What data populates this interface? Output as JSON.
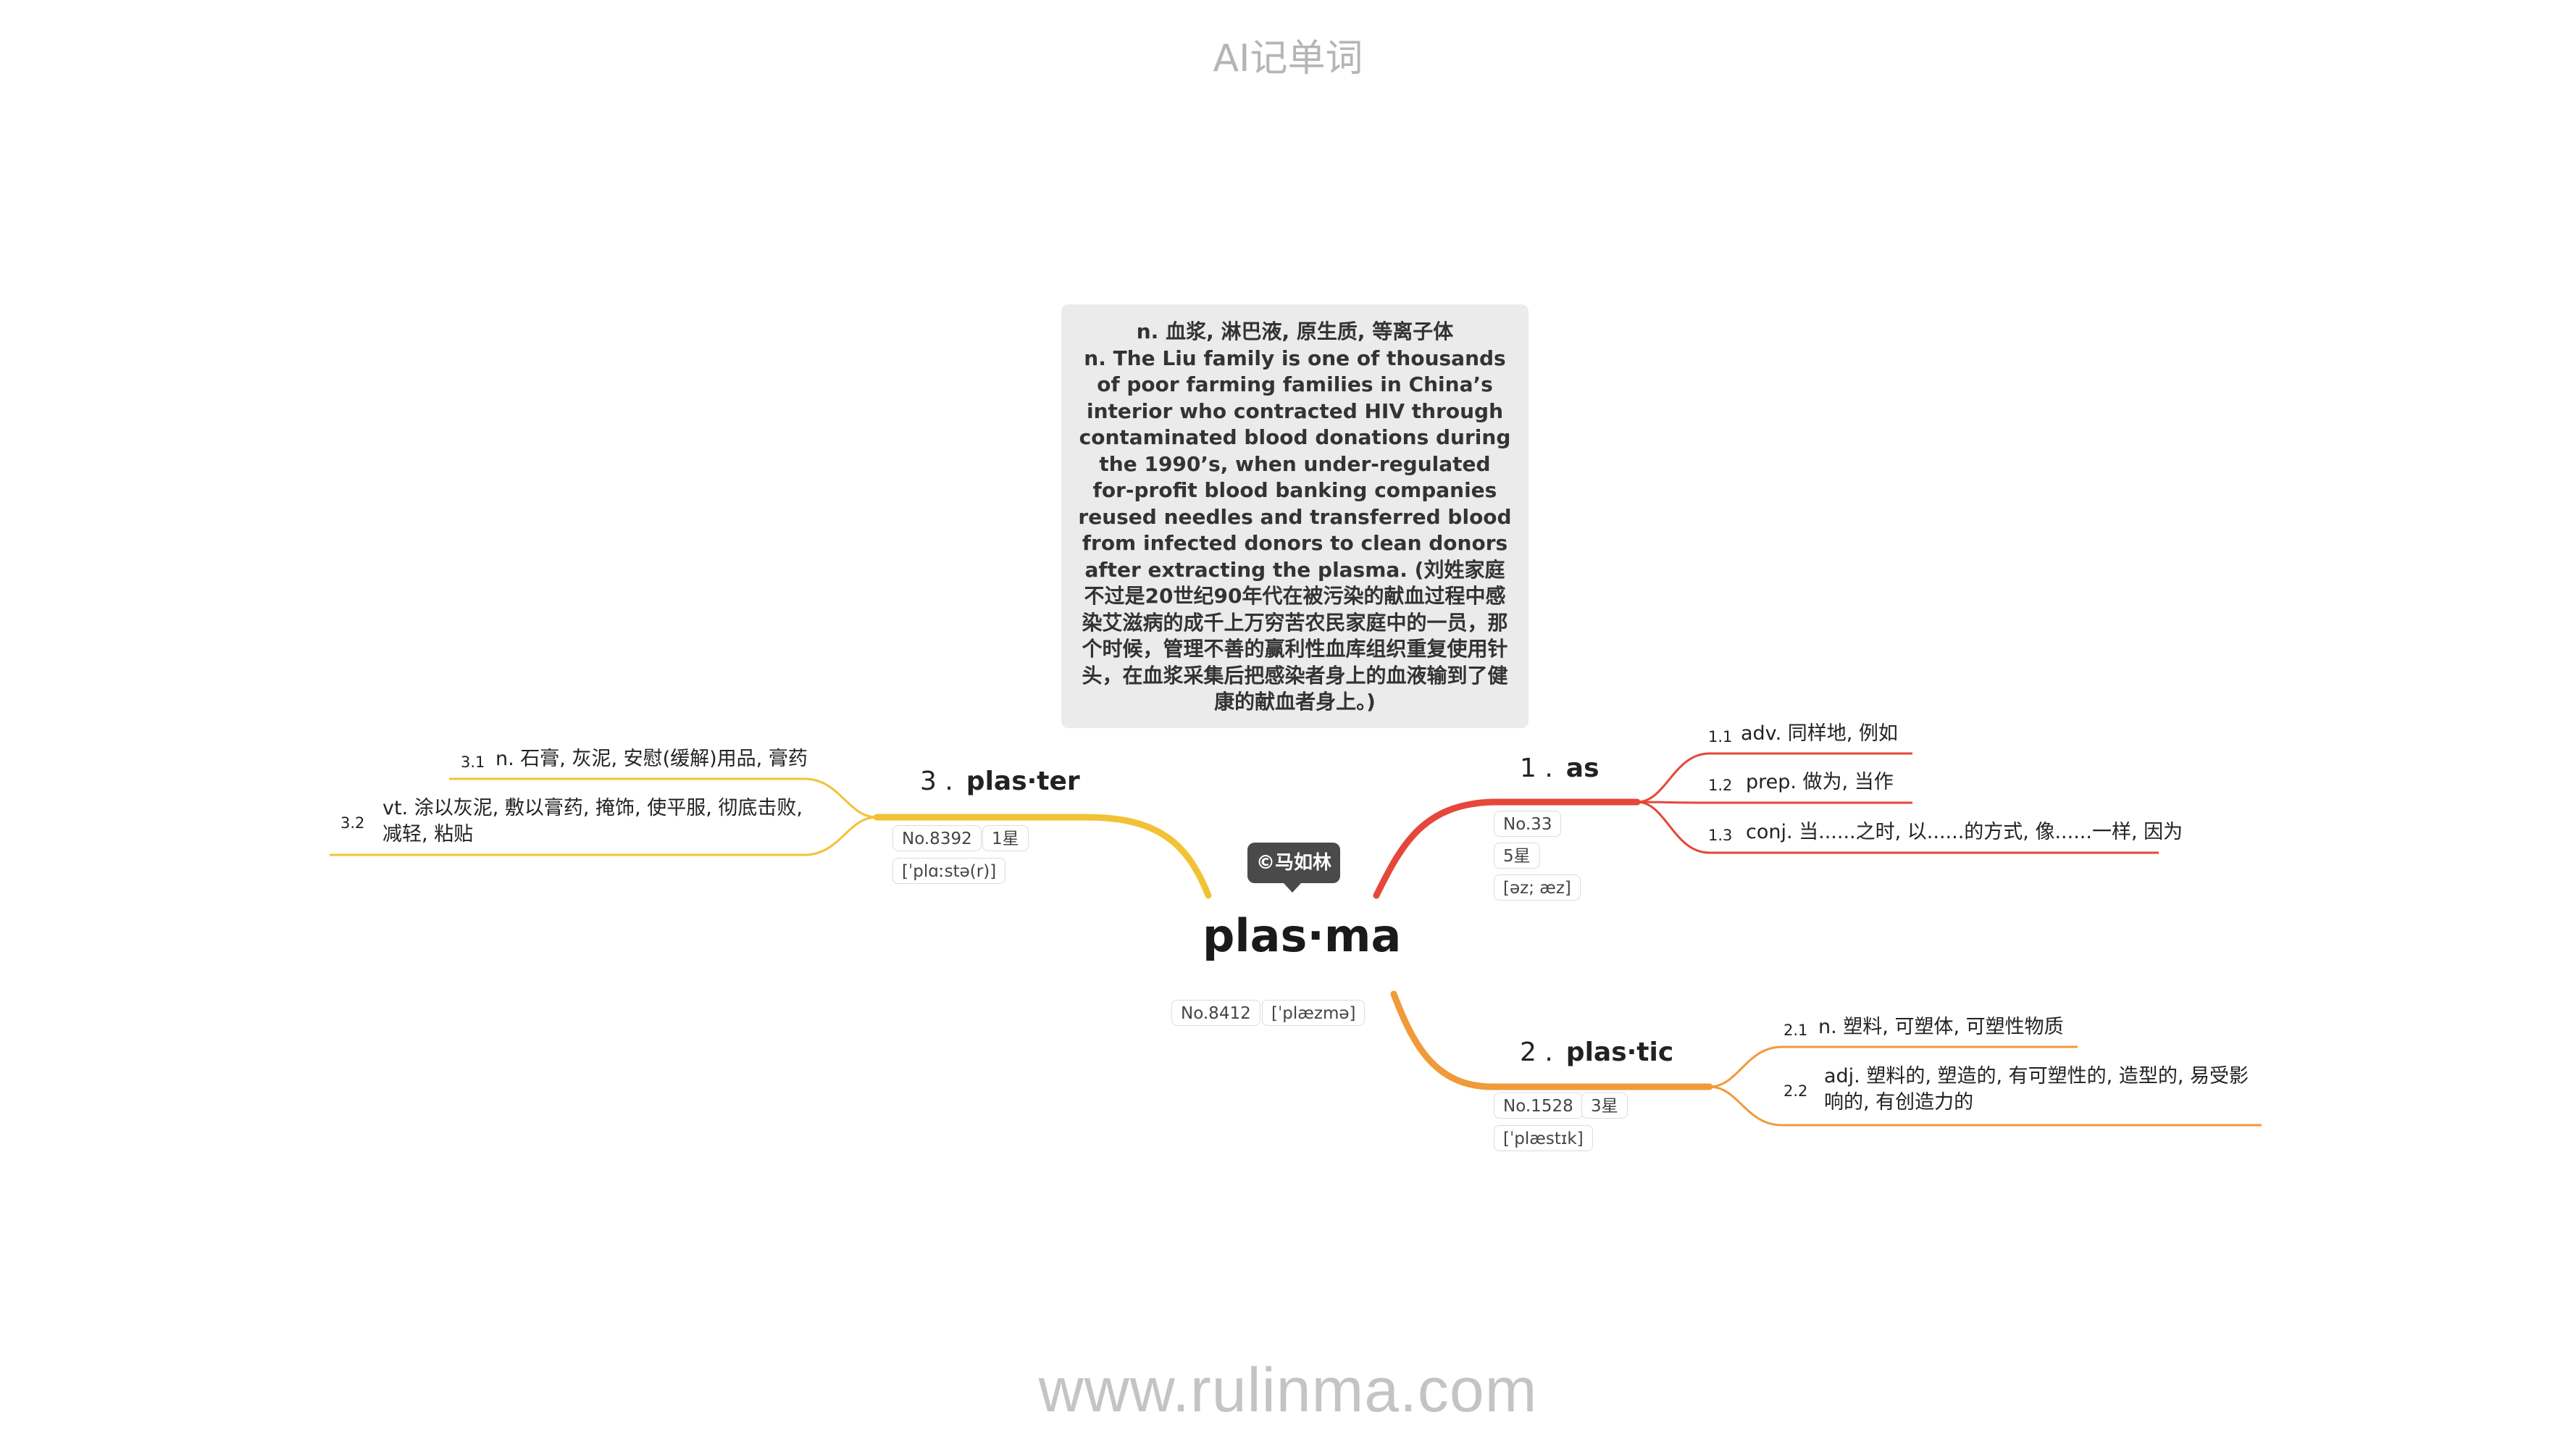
{
  "header": {
    "title": "AI记单词"
  },
  "footer": {
    "url": "www.rulinma.com"
  },
  "note": {
    "definition": "n. 血浆, 淋巴液, 原生质, 等离子体",
    "example": "n. The Liu family is one of thousands of poor farming families in China’s interior who contracted HIV through contaminated blood donations during the 1990’s, when under-regulated for-profit blood banking companies reused needles and transferred blood from infected donors to clean donors after extracting the plasma. (刘姓家庭不过是20世纪90年代在被污染的献血过程中感染艾滋病的成千上万穷苦农民家庭中的一员，那个时候，管理不善的赢利性血库组织重复使用针头，在血浆采集后把感染者身上的血液输到了健康的献血者身上。)"
  },
  "copyright": "©马如林",
  "center": {
    "word": "plas·ma",
    "number": "No.8412",
    "phonetic": "[ˈplæzmə]"
  },
  "branches": [
    {
      "num": "1 .",
      "word": "as",
      "color": "#e5473a",
      "number": "No.33",
      "stars": "5星",
      "phonetic": "[əz; æz]",
      "leaves": [
        {
          "idx": "1.1",
          "text": "adv. 同样地, 例如"
        },
        {
          "idx": "1.2",
          "text": "prep. 做为, 当作"
        },
        {
          "idx": "1.3",
          "text": "conj. 当......之时, 以......的方式, 像......一样, 因为"
        }
      ]
    },
    {
      "num": "2 .",
      "word": "plas·tic",
      "color": "#f09a3a",
      "number": "No.1528",
      "stars": "3星",
      "phonetic": "[ˈplæstɪk]",
      "leaves": [
        {
          "idx": "2.1",
          "text": "n. 塑料, 可塑体, 可塑性物质"
        },
        {
          "idx": "2.2",
          "text": "adj. 塑料的, 塑造的, 有可塑性的, 造型的, 易受影响的, 有创造力的"
        }
      ]
    },
    {
      "num": "3 .",
      "word": "plas·ter",
      "color": "#f3c234",
      "number": "No.8392",
      "stars": "1星",
      "phonetic": "[ˈplɑːstə(r)]",
      "leaves": [
        {
          "idx": "3.1",
          "text": "n. 石膏, 灰泥, 安慰(缓解)用品, 膏药"
        },
        {
          "idx": "3.2",
          "text": "vt. 涂以灰泥, 敷以膏药, 掩饰, 使平服, 彻底击败, 减轻, 粘贴"
        }
      ]
    }
  ]
}
